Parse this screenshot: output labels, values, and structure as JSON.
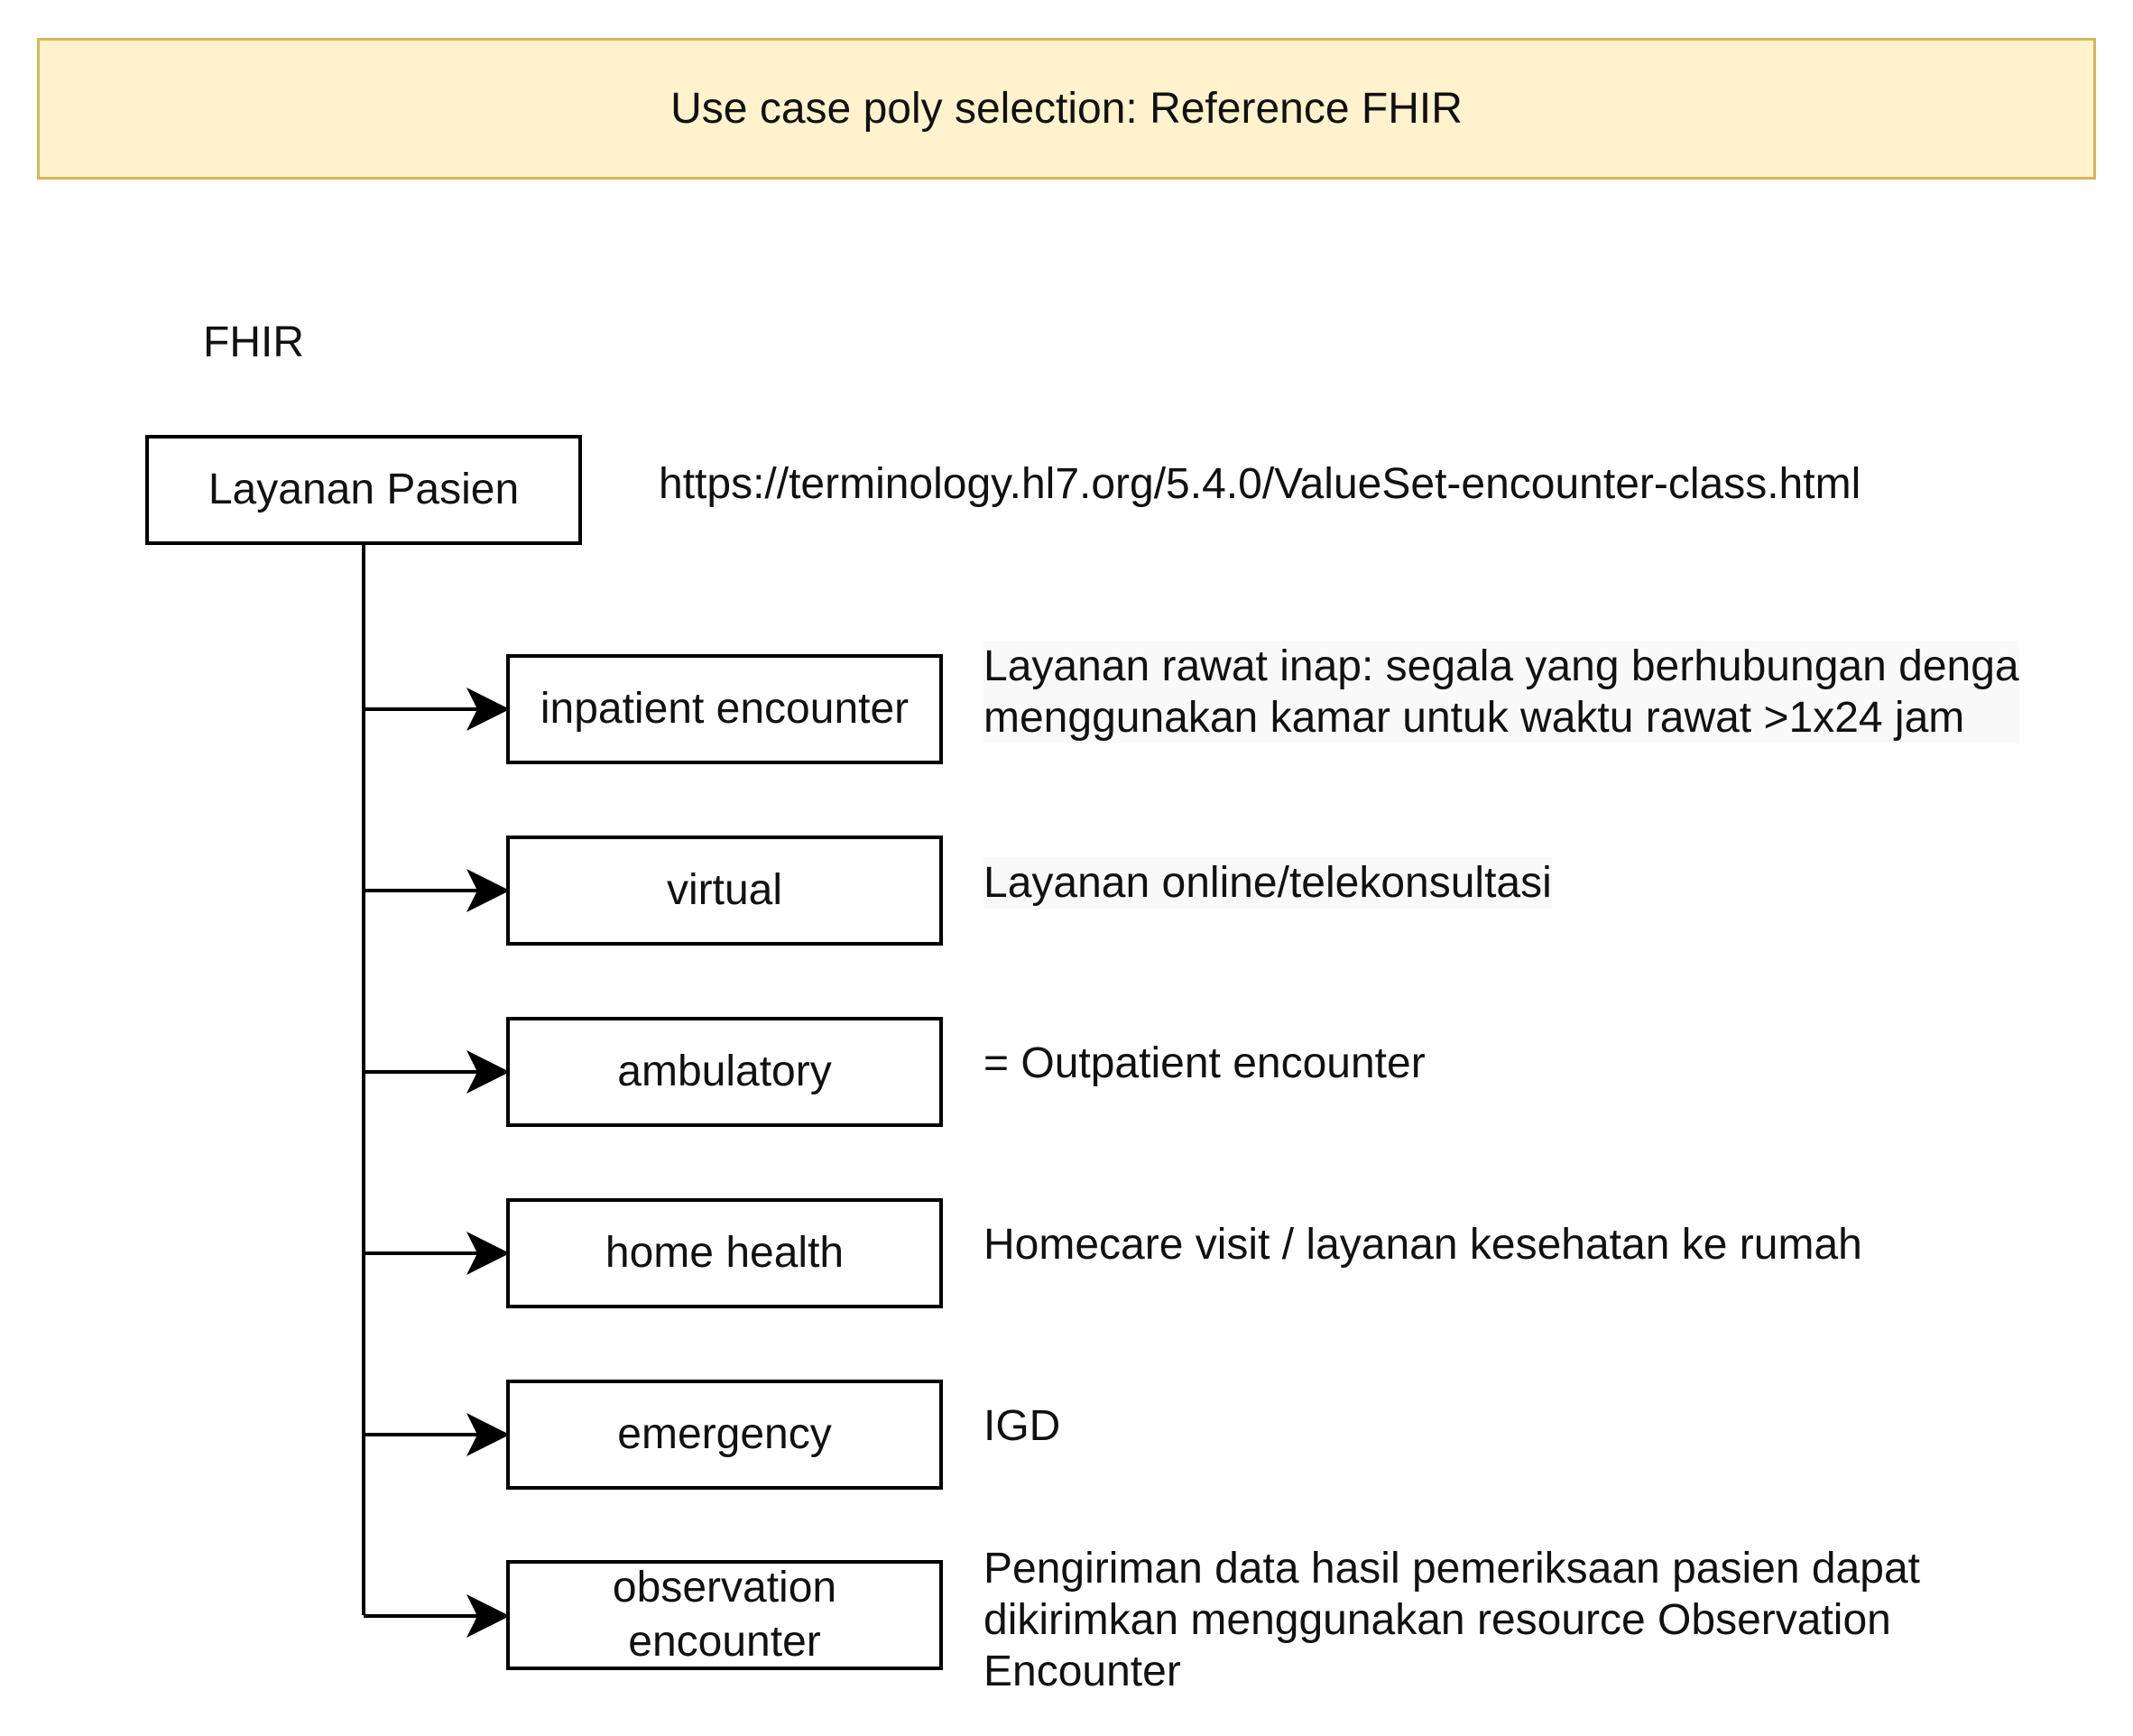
{
  "banner": {
    "title": "Use case poly selection: Reference FHIR"
  },
  "section_label": "FHIR",
  "root": {
    "label": "Layanan Pasien",
    "reference_url": "https://terminology.hl7.org/5.4.0/ValueSet-encounter-class.html"
  },
  "classes": [
    {
      "label": "inpatient encounter",
      "description": "Layanan rawat inap: segala yang berhubungan denga\nmenggunakan kamar untuk waktu rawat >1x24 jam"
    },
    {
      "label": "virtual",
      "description": "Layanan online/telekonsultasi"
    },
    {
      "label": "ambulatory",
      "description": "= Outpatient encounter"
    },
    {
      "label": "home health",
      "description": "Homecare visit / layanan kesehatan ke rumah"
    },
    {
      "label": "emergency",
      "description": "IGD"
    },
    {
      "label": "observation\nencounter",
      "description": "Pengiriman data hasil pemeriksaan pasien dapat\ndikirimkan menggunakan resource Observation\nEncounter"
    }
  ],
  "colors": {
    "banner_fill": "#fff2cc",
    "banner_stroke": "#d6b656",
    "line": "#000000"
  }
}
